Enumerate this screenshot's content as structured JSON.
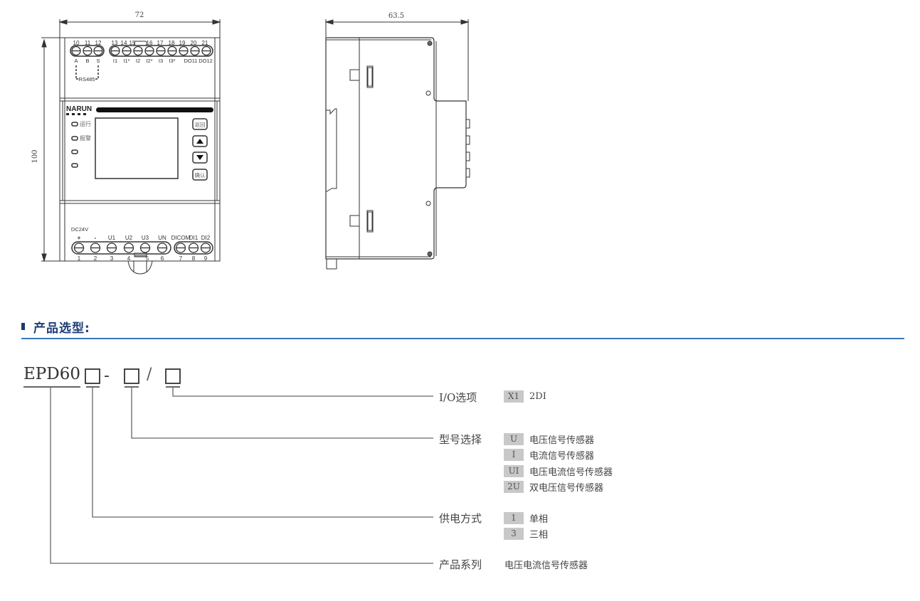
{
  "drawings": {
    "front_view": {
      "width_dim": "72",
      "height_dim": "100",
      "top_terminals": {
        "numbers": [
          "10",
          "11",
          "12",
          "13",
          "14",
          "15",
          "16",
          "17",
          "18",
          "19",
          "20",
          "21"
        ],
        "labels": [
          "A",
          "B",
          "S",
          "I1",
          "I1*",
          "I2",
          "I2*",
          "I3",
          "I3*",
          "DO11",
          "DO12"
        ],
        "bus_label": "RS485"
      },
      "brand": "NARUN",
      "leds": [
        "运行",
        "报警",
        "",
        ""
      ],
      "buttons": [
        "返回",
        "▲",
        "▼",
        "确认"
      ],
      "bottom_terminals": {
        "power_label": "DC24V",
        "labels": [
          "+",
          "-",
          "U1",
          "U2",
          "U3",
          "UN",
          "DICOM",
          "DI1",
          "DI2"
        ],
        "numbers": [
          "1",
          "2",
          "3",
          "4",
          "5",
          "6",
          "7",
          "8",
          "9"
        ]
      }
    },
    "side_view": {
      "depth_dim": "63.5"
    }
  },
  "section": {
    "title": "产品选型:",
    "accent_color": "#1f3f78",
    "rule_color": "#3a78b8"
  },
  "model": {
    "prefix": "EPD60",
    "pattern": "EPD60 □- □ / □",
    "groups": [
      {
        "name": "I/O选项",
        "options": [
          {
            "code": "X1",
            "desc": "2DI"
          }
        ]
      },
      {
        "name": "型号选择",
        "options": [
          {
            "code": "U",
            "desc": "电压信号传感器"
          },
          {
            "code": "I",
            "desc": "电流信号传感器"
          },
          {
            "code": "UI",
            "desc": "电压电流信号传感器"
          },
          {
            "code": "2U",
            "desc": "双电压信号传感器"
          }
        ]
      },
      {
        "name": "供电方式",
        "options": [
          {
            "code": "1",
            "desc": "单相"
          },
          {
            "code": "3",
            "desc": "三相"
          }
        ]
      },
      {
        "name": "产品系列",
        "value": "电压电流信号传感器"
      }
    ]
  }
}
